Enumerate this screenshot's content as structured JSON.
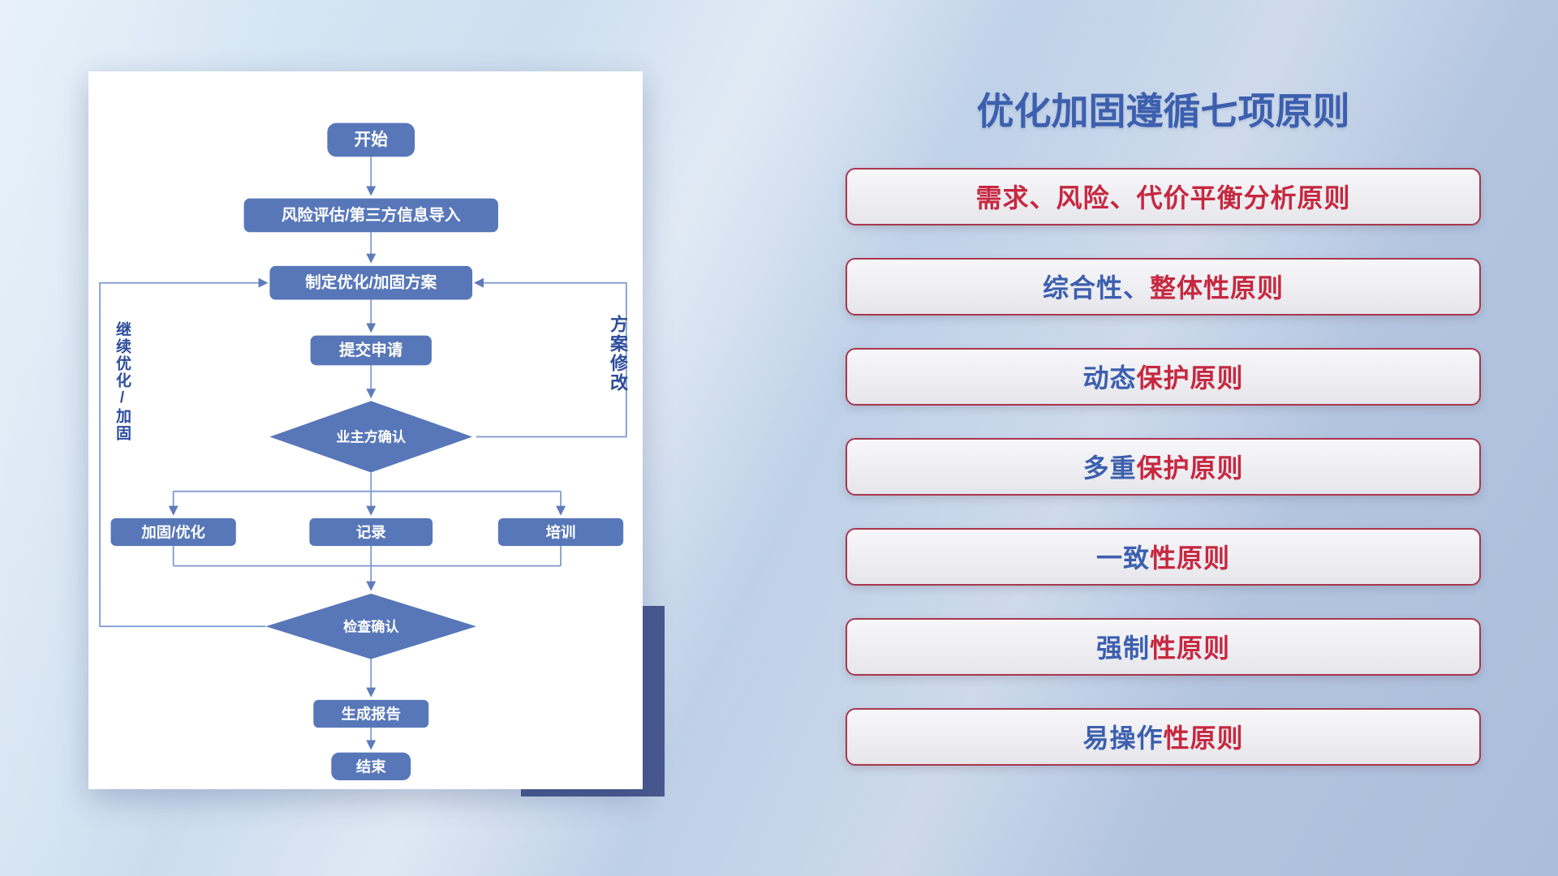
{
  "title": "优化加固遵循七项原则",
  "flowchart": {
    "nodes": {
      "start": "开始",
      "risk": "风险评估/第三方信息导入",
      "plan": "制定优化/加固方案",
      "submit": "提交申请",
      "confirm": "业主方确认",
      "reinforce": "加固/优化",
      "record": "记录",
      "training": "培训",
      "check": "检查确认",
      "report": "生成报告",
      "end": "结束"
    },
    "edge_labels": {
      "left_loop": "继续优化/加固",
      "right_loop": "方案修改"
    }
  },
  "principles": [
    {
      "parts": [
        {
          "text": "需求、风险、代价平衡分析原则",
          "color": "red"
        }
      ]
    },
    {
      "parts": [
        {
          "text": "综合性、",
          "color": "blue"
        },
        {
          "text": "整体性原则",
          "color": "red"
        }
      ]
    },
    {
      "parts": [
        {
          "text": "动态",
          "color": "blue"
        },
        {
          "text": "保护原则",
          "color": "red"
        }
      ]
    },
    {
      "parts": [
        {
          "text": "多重",
          "color": "blue"
        },
        {
          "text": "保护原则",
          "color": "red"
        }
      ]
    },
    {
      "parts": [
        {
          "text": "一致",
          "color": "blue"
        },
        {
          "text": "性原则",
          "color": "red"
        }
      ]
    },
    {
      "parts": [
        {
          "text": "强制",
          "color": "blue"
        },
        {
          "text": "性原则",
          "color": "red"
        }
      ]
    },
    {
      "parts": [
        {
          "text": "易操作",
          "color": "blue"
        },
        {
          "text": "性原则",
          "color": "red"
        }
      ]
    }
  ],
  "colors": {
    "accent_blue": "#3c5fae",
    "principle_red": "#c62840",
    "node_fill": "#5777b8",
    "line": "#7b96cc",
    "accent_block": "#47598f"
  }
}
